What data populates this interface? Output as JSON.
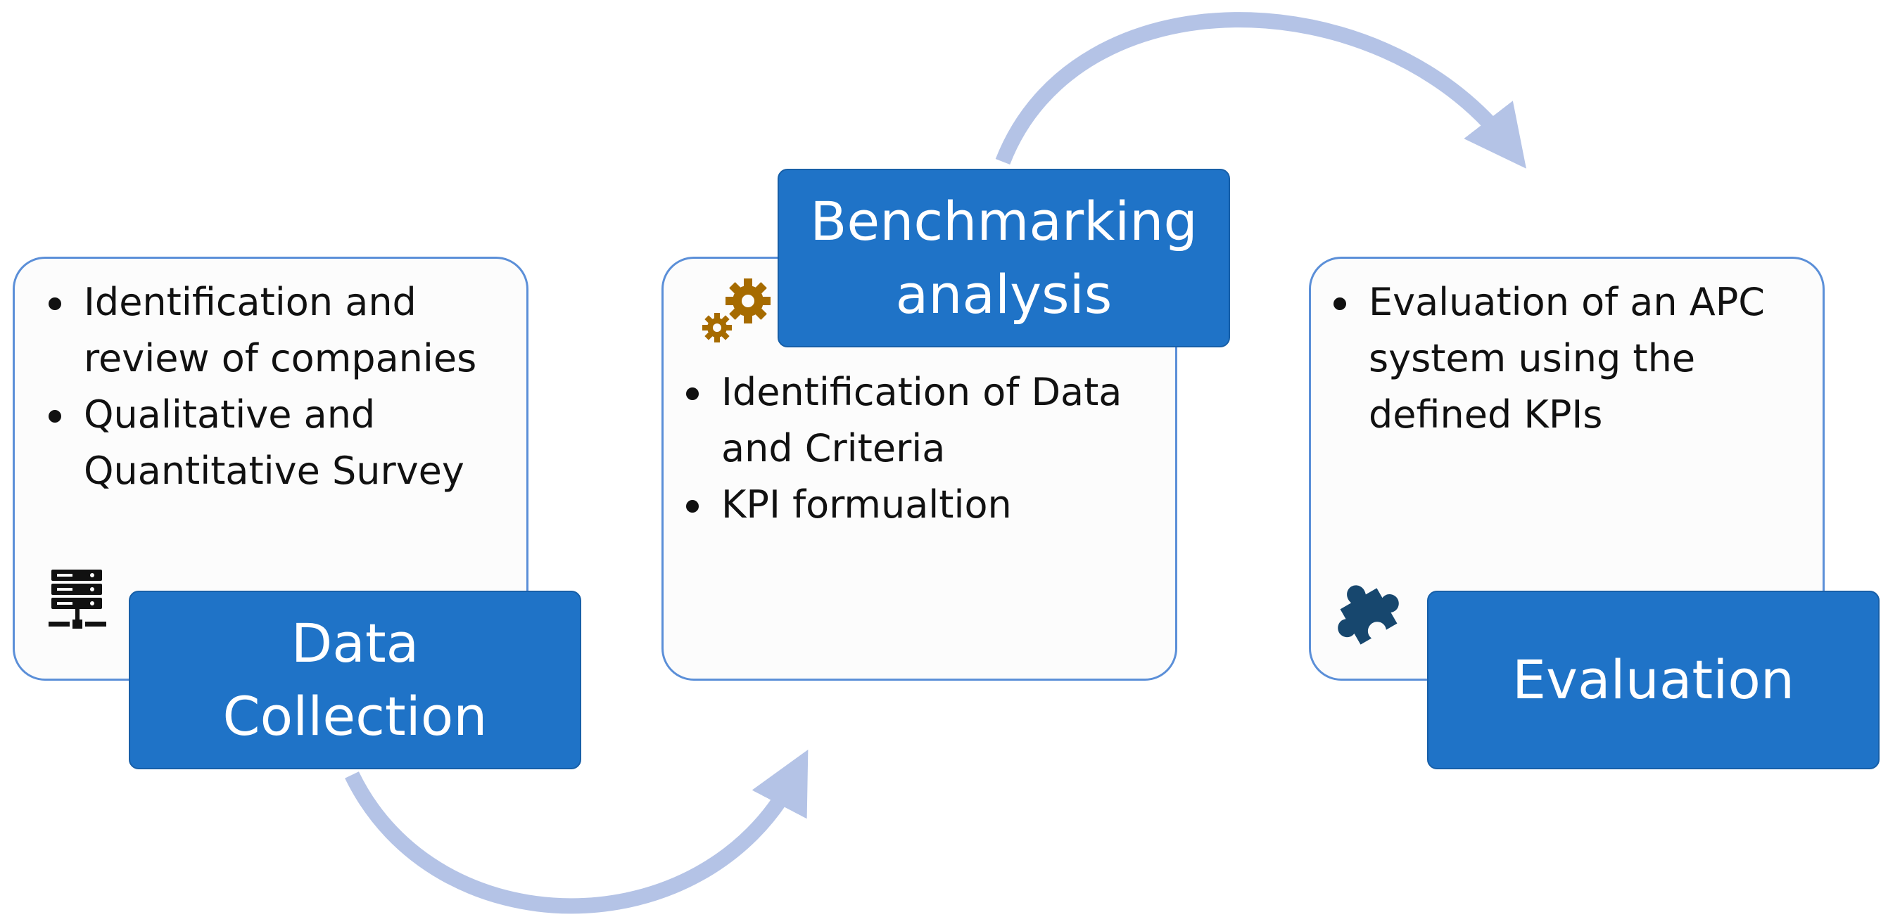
{
  "steps": [
    {
      "label": "Data\nCollection",
      "bullets": [
        "Identification and review of companies",
        "Qualitative and Quantitative Survey"
      ],
      "icon": "server-icon"
    },
    {
      "label": "Benchmarking analysis",
      "bullets": [
        "Identification of Data and Criteria",
        "KPI formualtion"
      ],
      "icon": "gears-icon"
    },
    {
      "label": "Evaluation",
      "bullets": [
        "Evaluation of an APC system using the defined KPIs"
      ],
      "icon": "puzzle-icon"
    }
  ],
  "colors": {
    "box_fill": "#1f73c7",
    "card_border": "#5b8fd8",
    "arrow": "#b4c3e6",
    "gear": "#a66b00",
    "puzzle": "#17476e"
  }
}
